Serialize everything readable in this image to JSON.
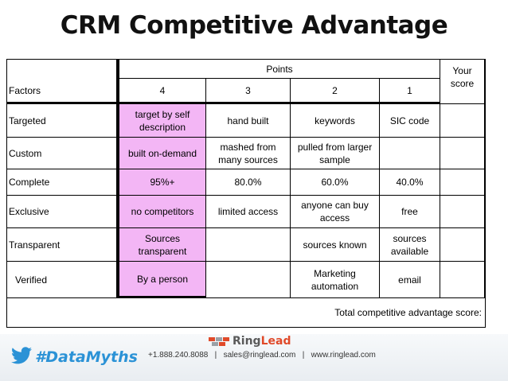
{
  "title": "CRM Competitive Advantage",
  "table": {
    "points_header": "Points",
    "your_score_header": "Your score",
    "factors_header": "Factors",
    "point_columns": [
      "4",
      "3",
      "2",
      "1"
    ],
    "rows": [
      {
        "factor": "Targeted",
        "p4": "target by self description",
        "p3": "hand built",
        "p2": "keywords",
        "p1": "SIC code"
      },
      {
        "factor": "Custom",
        "p4": "built on-demand",
        "p3": "mashed from many sources",
        "p2": "pulled from larger sample",
        "p1": ""
      },
      {
        "factor": "Complete",
        "p4": "95%+",
        "p3": "80.0%",
        "p2": "60.0%",
        "p1": "40.0%"
      },
      {
        "factor": "Exclusive",
        "p4": "no competitors",
        "p3": "limited access",
        "p2": "anyone can buy access",
        "p1": "free"
      },
      {
        "factor": "Transparent",
        "p4": "Sources transparent",
        "p3": "",
        "p2": "sources known",
        "p1": "sources available"
      },
      {
        "factor": "Verified",
        "p4": "By a person",
        "p3": "",
        "p2": "Marketing automation",
        "p1": "email"
      }
    ],
    "total_label": "Total competitive advantage score:"
  },
  "footer": {
    "hashtag": "#DataMyths",
    "contact": "+1.888.240.8088   |   sales@ringlead.com   |   www.ringlead.com",
    "logo_ring": "Ring",
    "logo_lead": "Lead"
  },
  "colors": {
    "highlight": "#f3b6f5",
    "hashtag": "#2b92d6",
    "logo_accent": "#e04a2a"
  }
}
